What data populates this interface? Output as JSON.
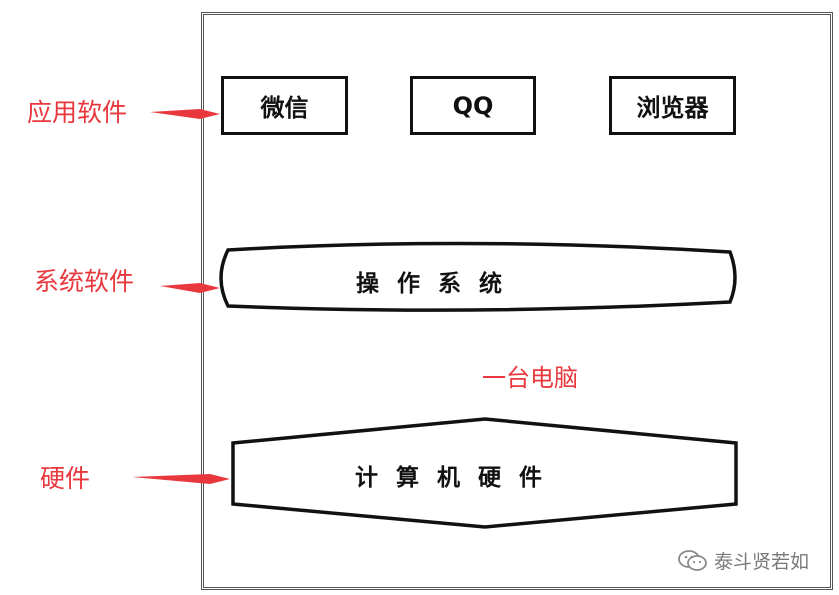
{
  "labels": {
    "application": "应用软件",
    "system": "系统软件",
    "hardware": "硬件"
  },
  "apps": [
    "微信",
    "QQ",
    "浏览器"
  ],
  "os": "操作系统",
  "computer_caption": "一台电脑",
  "hardware_box": "计算机硬件",
  "watermark": "泰斗贤若如",
  "colors": {
    "accent_red": "#e8383d",
    "outline": "#111111",
    "watermark_gray": "#7a7a7a"
  }
}
